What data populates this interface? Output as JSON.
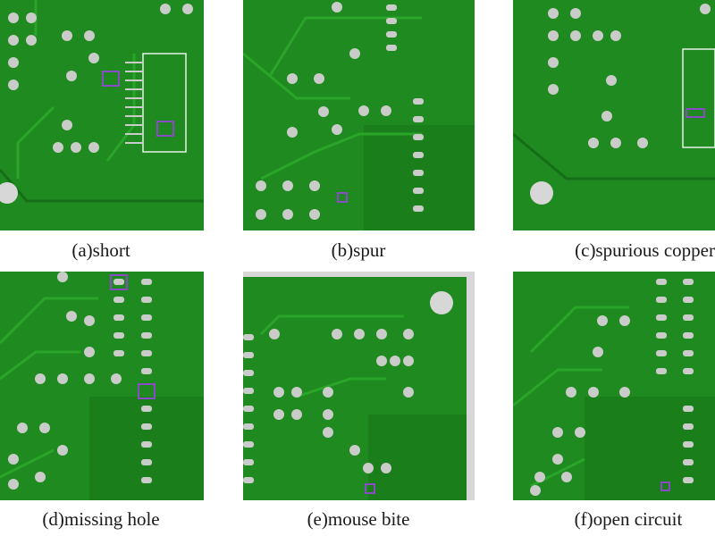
{
  "figure": {
    "panels": [
      {
        "id": "a",
        "caption": "(a)short",
        "defect": "short",
        "highlight_color": "#8a4cc4"
      },
      {
        "id": "b",
        "caption": "(b)spur",
        "defect": "spur",
        "highlight_color": "#8a4cc4"
      },
      {
        "id": "c",
        "caption": "(c)spurious copper",
        "defect": "spurious copper",
        "highlight_color": "#8a4cc4"
      },
      {
        "id": "d",
        "caption": "(d)missing hole",
        "defect": "missing hole",
        "highlight_color": "#8a4cc4"
      },
      {
        "id": "e",
        "caption": "(e)mouse bite",
        "defect": "mouse bite",
        "highlight_color": "#8a4cc4"
      },
      {
        "id": "f",
        "caption": "(f)open circuit",
        "defect": "open circuit",
        "highlight_color": "#8a4cc4"
      }
    ],
    "colors": {
      "board": "#1e8a1f",
      "board_dark": "#146a16",
      "trace": "#2aa52a",
      "pad": "#c9ccc9",
      "pad_hole": "#7d807d",
      "silkscreen": "#e8f0e8",
      "edge": "#d7d7d7"
    }
  }
}
